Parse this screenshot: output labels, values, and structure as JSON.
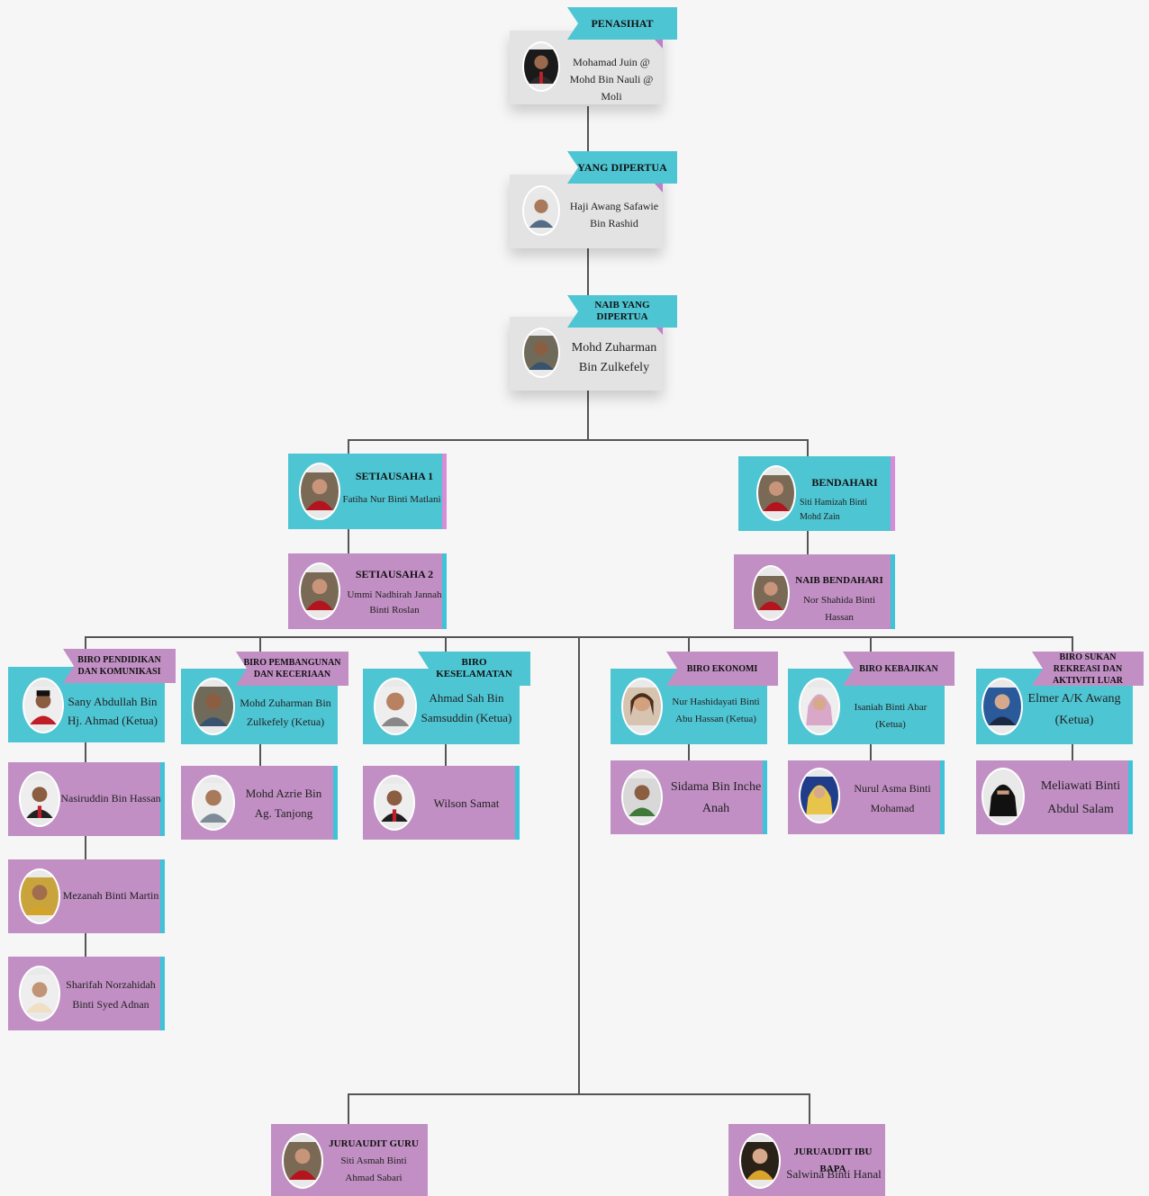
{
  "top": [
    {
      "title": "PENASIHAT",
      "name": "Mohamad Juin @ Mohd Bin Nauli @ Moli"
    },
    {
      "title": "YANG DIPERTUA",
      "name": "Haji Awang Safawie Bin Rashid"
    },
    {
      "title": "NAIB YANG DIPERTUA",
      "name": "Mohd Zuharman Bin Zulkefely"
    }
  ],
  "secretary1": {
    "title": "SETIAUSAHA 1",
    "name": "Fatiha Nur Binti Matlani"
  },
  "secretary2": {
    "title": "SETIAUSAHA 2",
    "name": "Ummi Nadhirah Jannah Binti Roslan"
  },
  "treasurer": {
    "title": "BENDAHARI",
    "name": "Siti Hamizah Binti Mohd Zain"
  },
  "vice_treasurer": {
    "title": "NAIB BENDAHARI",
    "name": "Nor Shahida Binti Hassan"
  },
  "bureaus": [
    {
      "title": "BIRO PENDIDIKAN DAN KOMUNIKASI",
      "head": "Sany Abdullah Bin Hj. Ahmad (Ketua)",
      "members": [
        "Nasiruddin Bin Hassan",
        "Mezanah Binti Martin",
        "Sharifah Norzahidah Binti Syed Adnan"
      ]
    },
    {
      "title": "BIRO PEMBANGUNAN DAN KECERIAAN",
      "head": "Mohd Zuharman Bin Zulkefely (Ketua)",
      "members": [
        "Mohd Azrie Bin Ag. Tanjong"
      ]
    },
    {
      "title": "BIRO KESELAMATAN",
      "head": "Ahmad Sah Bin Samsuddin (Ketua)",
      "members": [
        "Wilson Samat"
      ]
    },
    {
      "title": "BIRO EKONOMI",
      "head": "Nur Hashidayati Binti Abu Hassan (Ketua)",
      "members": [
        "Sidama Bin Inche Anah"
      ]
    },
    {
      "title": "BIRO KEBAJIKAN",
      "head": "Isaniah Binti Abar (Ketua)",
      "members": [
        "Nurul Asma Binti Mohamad"
      ]
    },
    {
      "title": "BIRO SUKAN REKREASI DAN AKTIVITI LUAR",
      "head": "Elmer A/K Awang (Ketua)",
      "members": [
        "Meliawati Binti Abdul Salam"
      ]
    }
  ],
  "auditors": [
    {
      "title": "JURUAUDIT GURU",
      "name": "Siti Asmah Binti Ahmad Sabari"
    },
    {
      "title": "JURUAUDIT IBU BAPA",
      "name": "Salwina Binti Hanal"
    }
  ],
  "colors": {
    "teal": "#4ec5d3",
    "pink": "#c18fc4",
    "box_grey": "#e3e3e3",
    "line": "#555555"
  }
}
